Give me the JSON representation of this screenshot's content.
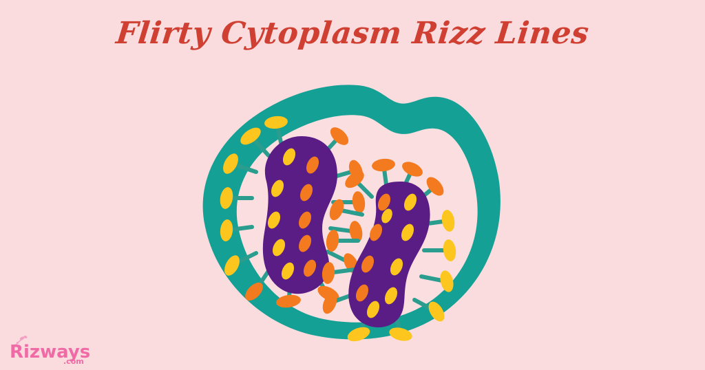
{
  "page": {
    "title": "Flirty Cytoplasm Rizz Lines",
    "background_color": "#fadcdf",
    "title_color": "#cf4033"
  },
  "illustration": {
    "name": "cell-with-two-bacteria",
    "membrane_color": "#14a094",
    "cytoplasm_color": "#fbdedf",
    "body_color": "#5a1d85",
    "spike_stem_color": "#2a9d8f",
    "spike_yellow": "#fcc61e",
    "spike_orange": "#f47a20",
    "dot_yellow": "#fcc61e",
    "dot_orange": "#f47a20",
    "membrane_label": "cell-membrane",
    "cytoplasm_label": "cytoplasm",
    "bacteria": [
      {
        "name": "bacterium-left",
        "spike_count": 16,
        "dot_count": 10
      },
      {
        "name": "bacterium-right",
        "spike_count": 16,
        "dot_count": 10
      }
    ]
  },
  "logo": {
    "brand": "Rizways",
    "tld": ".com",
    "brand_color": "#f06aa6",
    "tld_color": "#f06aa6",
    "sparkle_color": "#f7a8c8"
  }
}
